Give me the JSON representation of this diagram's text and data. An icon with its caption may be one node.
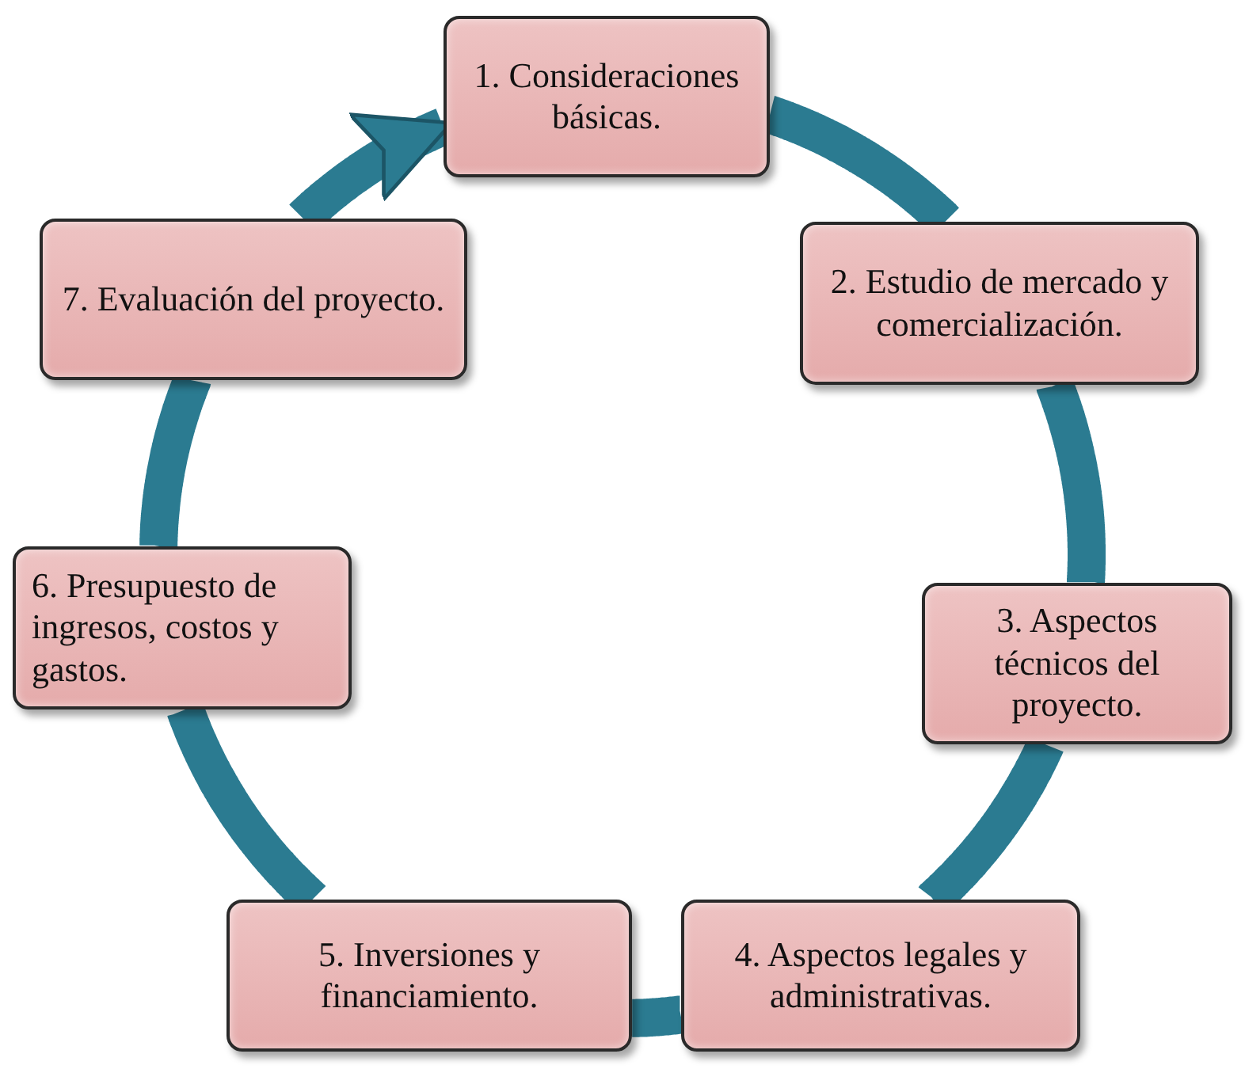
{
  "diagram": {
    "nodes": [
      {
        "text": [
          "1. Consideraciones básicas."
        ]
      },
      {
        "text": [
          "2. Estudio de mercado y comercialización."
        ]
      },
      {
        "text": [
          "3. Aspectos técnicos del proyecto."
        ]
      },
      {
        "text": [
          "4. Aspectos legales y administrativas."
        ]
      },
      {
        "text": [
          "5. Inversiones y financiamiento."
        ]
      },
      {
        "text": [
          "6. Presupuesto de ingresos, costos y gastos."
        ]
      },
      {
        "text": [
          "7. Evaluación del proyecto."
        ]
      }
    ],
    "edges": [
      {
        "from": 0,
        "to": 1,
        "arrow": "none"
      },
      {
        "from": 1,
        "to": 2,
        "arrow": "none"
      },
      {
        "from": 2,
        "to": 3,
        "arrow": "none"
      },
      {
        "from": 3,
        "to": 4,
        "arrow": "none"
      },
      {
        "from": 4,
        "to": 5,
        "arrow": "none"
      },
      {
        "from": 5,
        "to": 6,
        "arrow": "none"
      },
      {
        "from": 6,
        "to": 0,
        "arrow": "to"
      }
    ]
  }
}
